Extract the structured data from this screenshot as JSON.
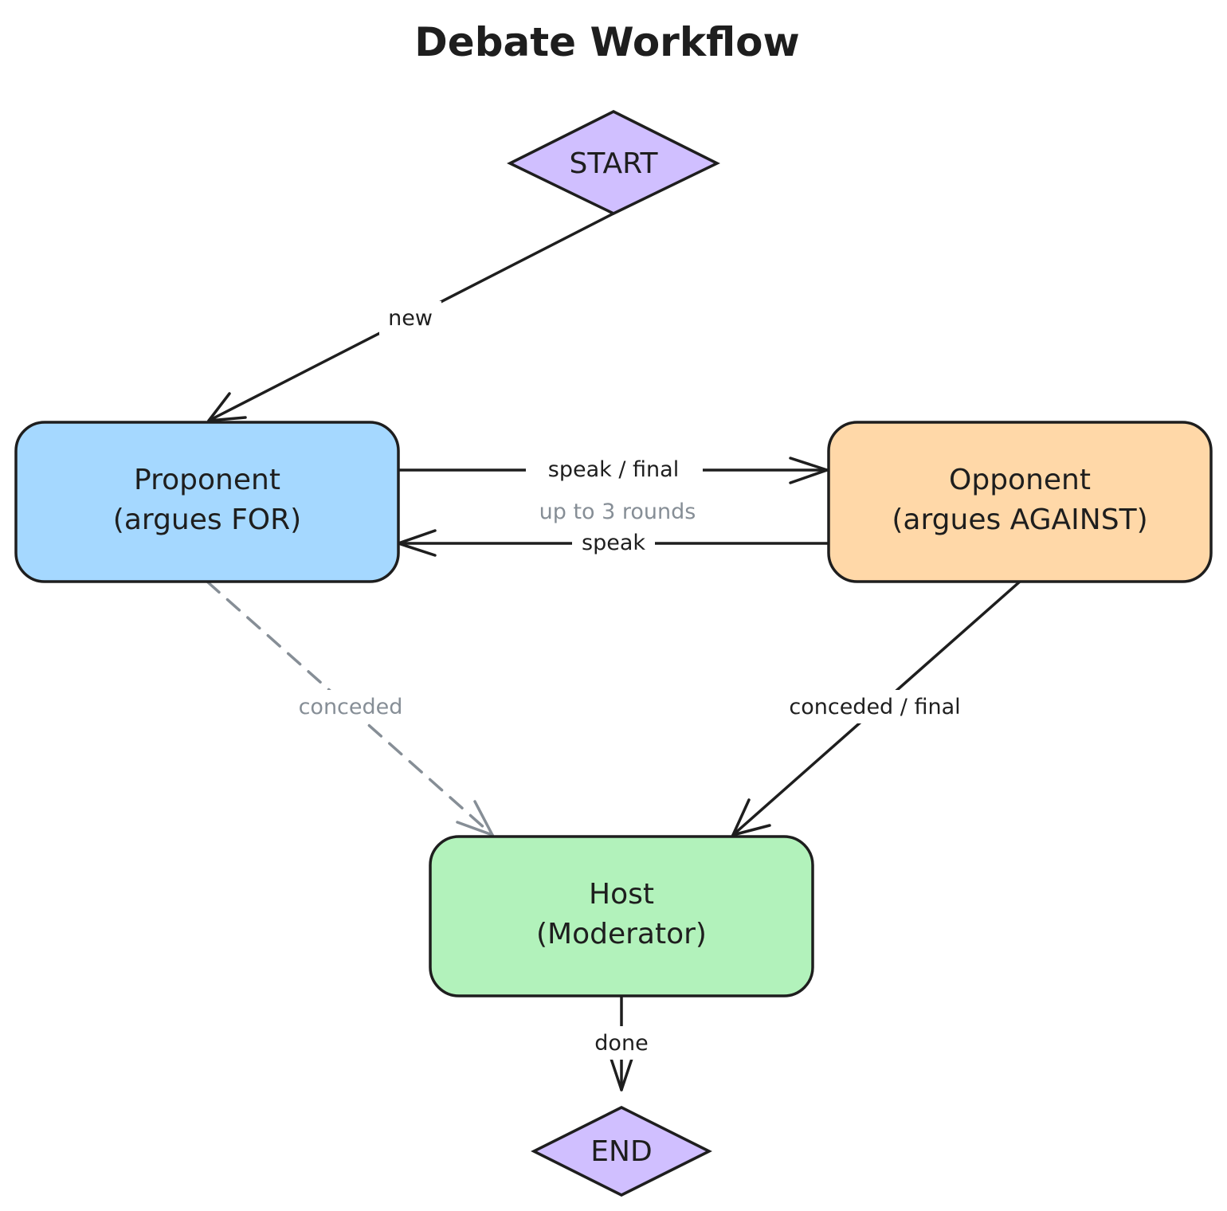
{
  "title": "Debate Workflow",
  "colors": {
    "terminal": "#d0bfff",
    "proponent": "#a5d8ff",
    "opponent": "#ffd8a8",
    "host": "#b2f2bb",
    "stroke": "#1e1e1e",
    "muted": "#868e96"
  },
  "nodes": {
    "start": {
      "label": "START"
    },
    "proponent": {
      "line1": "Proponent",
      "line2": "(argues FOR)"
    },
    "opponent": {
      "line1": "Opponent",
      "line2": "(argues AGAINST)"
    },
    "host": {
      "line1": "Host",
      "line2": "(Moderator)"
    },
    "end": {
      "label": "END"
    }
  },
  "edges": {
    "start_to_proponent": {
      "label": "new"
    },
    "proponent_to_opponent": {
      "label": "speak / final"
    },
    "rounds_note": {
      "label": "up to 3 rounds"
    },
    "opponent_to_proponent": {
      "label": "speak"
    },
    "proponent_to_host": {
      "label": "conceded"
    },
    "opponent_to_host": {
      "label": "conceded / final"
    },
    "host_to_end": {
      "label": "done"
    }
  }
}
